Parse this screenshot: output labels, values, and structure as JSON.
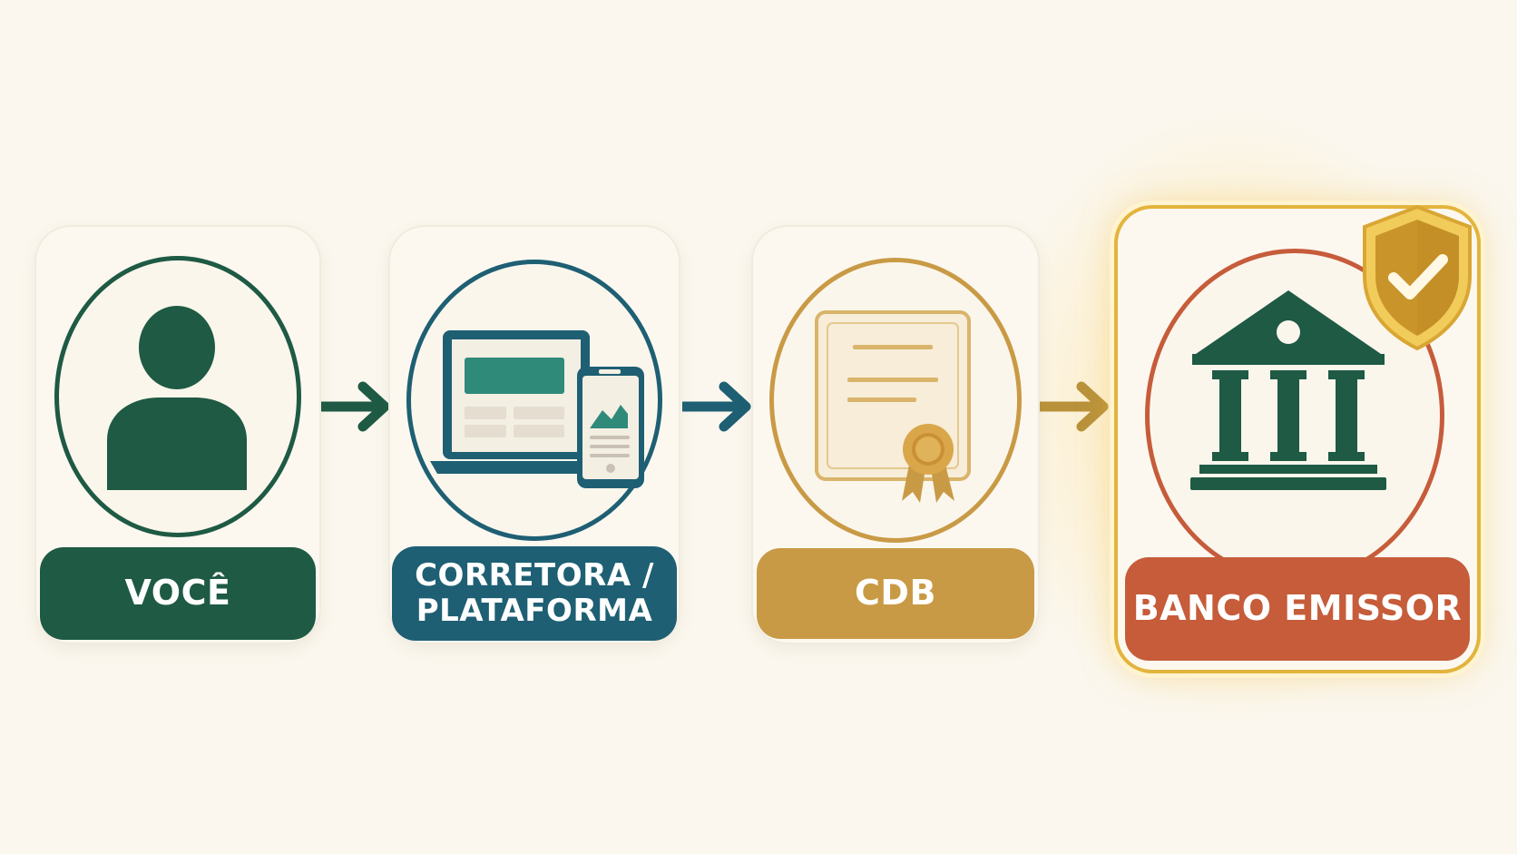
{
  "steps": [
    {
      "label": "VOCÊ",
      "icon": "person-icon",
      "color": "#1e5a44"
    },
    {
      "label": "CORRETORA /\nPLATAFORMA",
      "icon": "laptop-phone-icon",
      "color": "#1e5f73"
    },
    {
      "label": "CDB",
      "icon": "certificate-icon",
      "color": "#c99a45"
    },
    {
      "label": "BANCO EMISSOR",
      "icon": "bank-building-icon",
      "color": "#c65c3a"
    }
  ],
  "badge": {
    "icon": "shield-check-icon",
    "color": "#c9952a"
  },
  "colors": {
    "background": "#fbf7ee",
    "green": "#1e5a44",
    "teal": "#1e5f73",
    "gold": "#c99a45",
    "rust": "#c65c3a",
    "highlight": "#e3b43c"
  }
}
